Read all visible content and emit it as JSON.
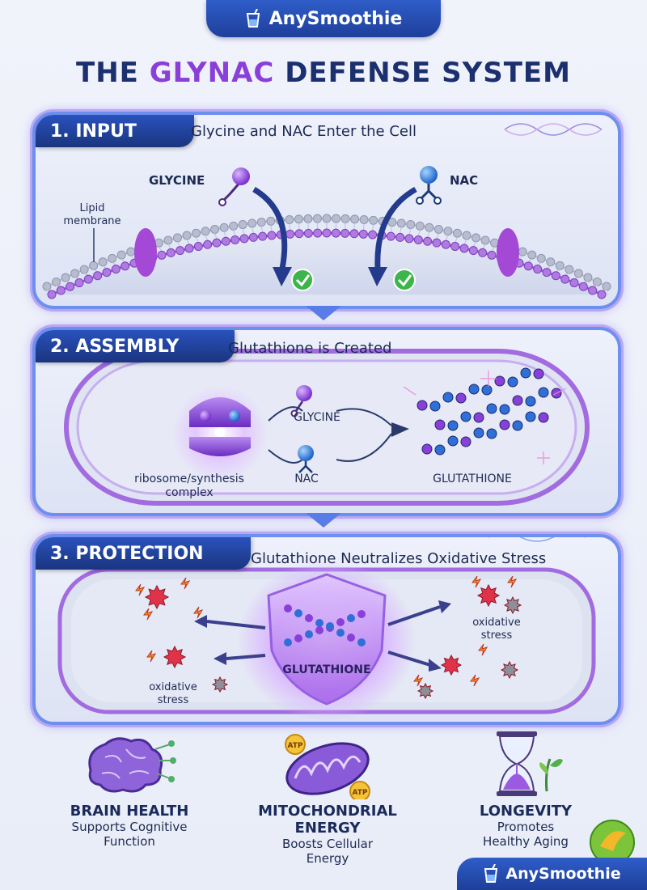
{
  "brand": {
    "name": "AnySmoothie"
  },
  "title": {
    "prefix": "THE ",
    "highlight": "GLYNAC",
    "suffix": " DEFENSE SYSTEM"
  },
  "panels": [
    {
      "tag": "1. INPUT",
      "subtitle": "Glycine and NAC Enter the Cell",
      "labels": {
        "glycine": "GLYCINE",
        "nac": "NAC",
        "membrane_line1": "Lipid",
        "membrane_line2": "membrane"
      }
    },
    {
      "tag": "2. ASSEMBLY",
      "subtitle": "Glutathione is Created",
      "labels": {
        "ribosome_line1": "ribosome/synthesis",
        "ribosome_line2": "complex",
        "glycine": "GLYCINE",
        "nac": "NAC",
        "glutathione": "GLUTATHIONE"
      }
    },
    {
      "tag": "3. PROTECTION",
      "subtitle": "Glutathione Neutralizes Oxidative Stress",
      "labels": {
        "glutathione": "GLUTATHIONE",
        "stress_left_1": "oxidative",
        "stress_left_2": "stress",
        "stress_right_1": "oxidative",
        "stress_right_2": "stress"
      }
    }
  ],
  "benefits": [
    {
      "heading_1": "BRAIN HEALTH",
      "heading_2": "",
      "desc_1": "Supports Cognitive",
      "desc_2": "Function",
      "icon": "brain-icon"
    },
    {
      "heading_1": "MITOCHONDRIAL",
      "heading_2": "ENERGY",
      "desc_1": "Boosts Cellular",
      "desc_2": "Energy",
      "icon": "mitochondria-icon",
      "badge": "ATP"
    },
    {
      "heading_1": "LONGEVITY",
      "heading_2": "",
      "desc_1": "Promotes",
      "desc_2": "Healthy Aging",
      "icon": "hourglass-icon"
    }
  ],
  "colors": {
    "primary": "#1e3f9a",
    "accent_purple": "#8a3fd8",
    "glycine": "#9b4be0",
    "nac": "#2f7fd8",
    "check": "#3cb54a",
    "stress": "#e0334a"
  }
}
